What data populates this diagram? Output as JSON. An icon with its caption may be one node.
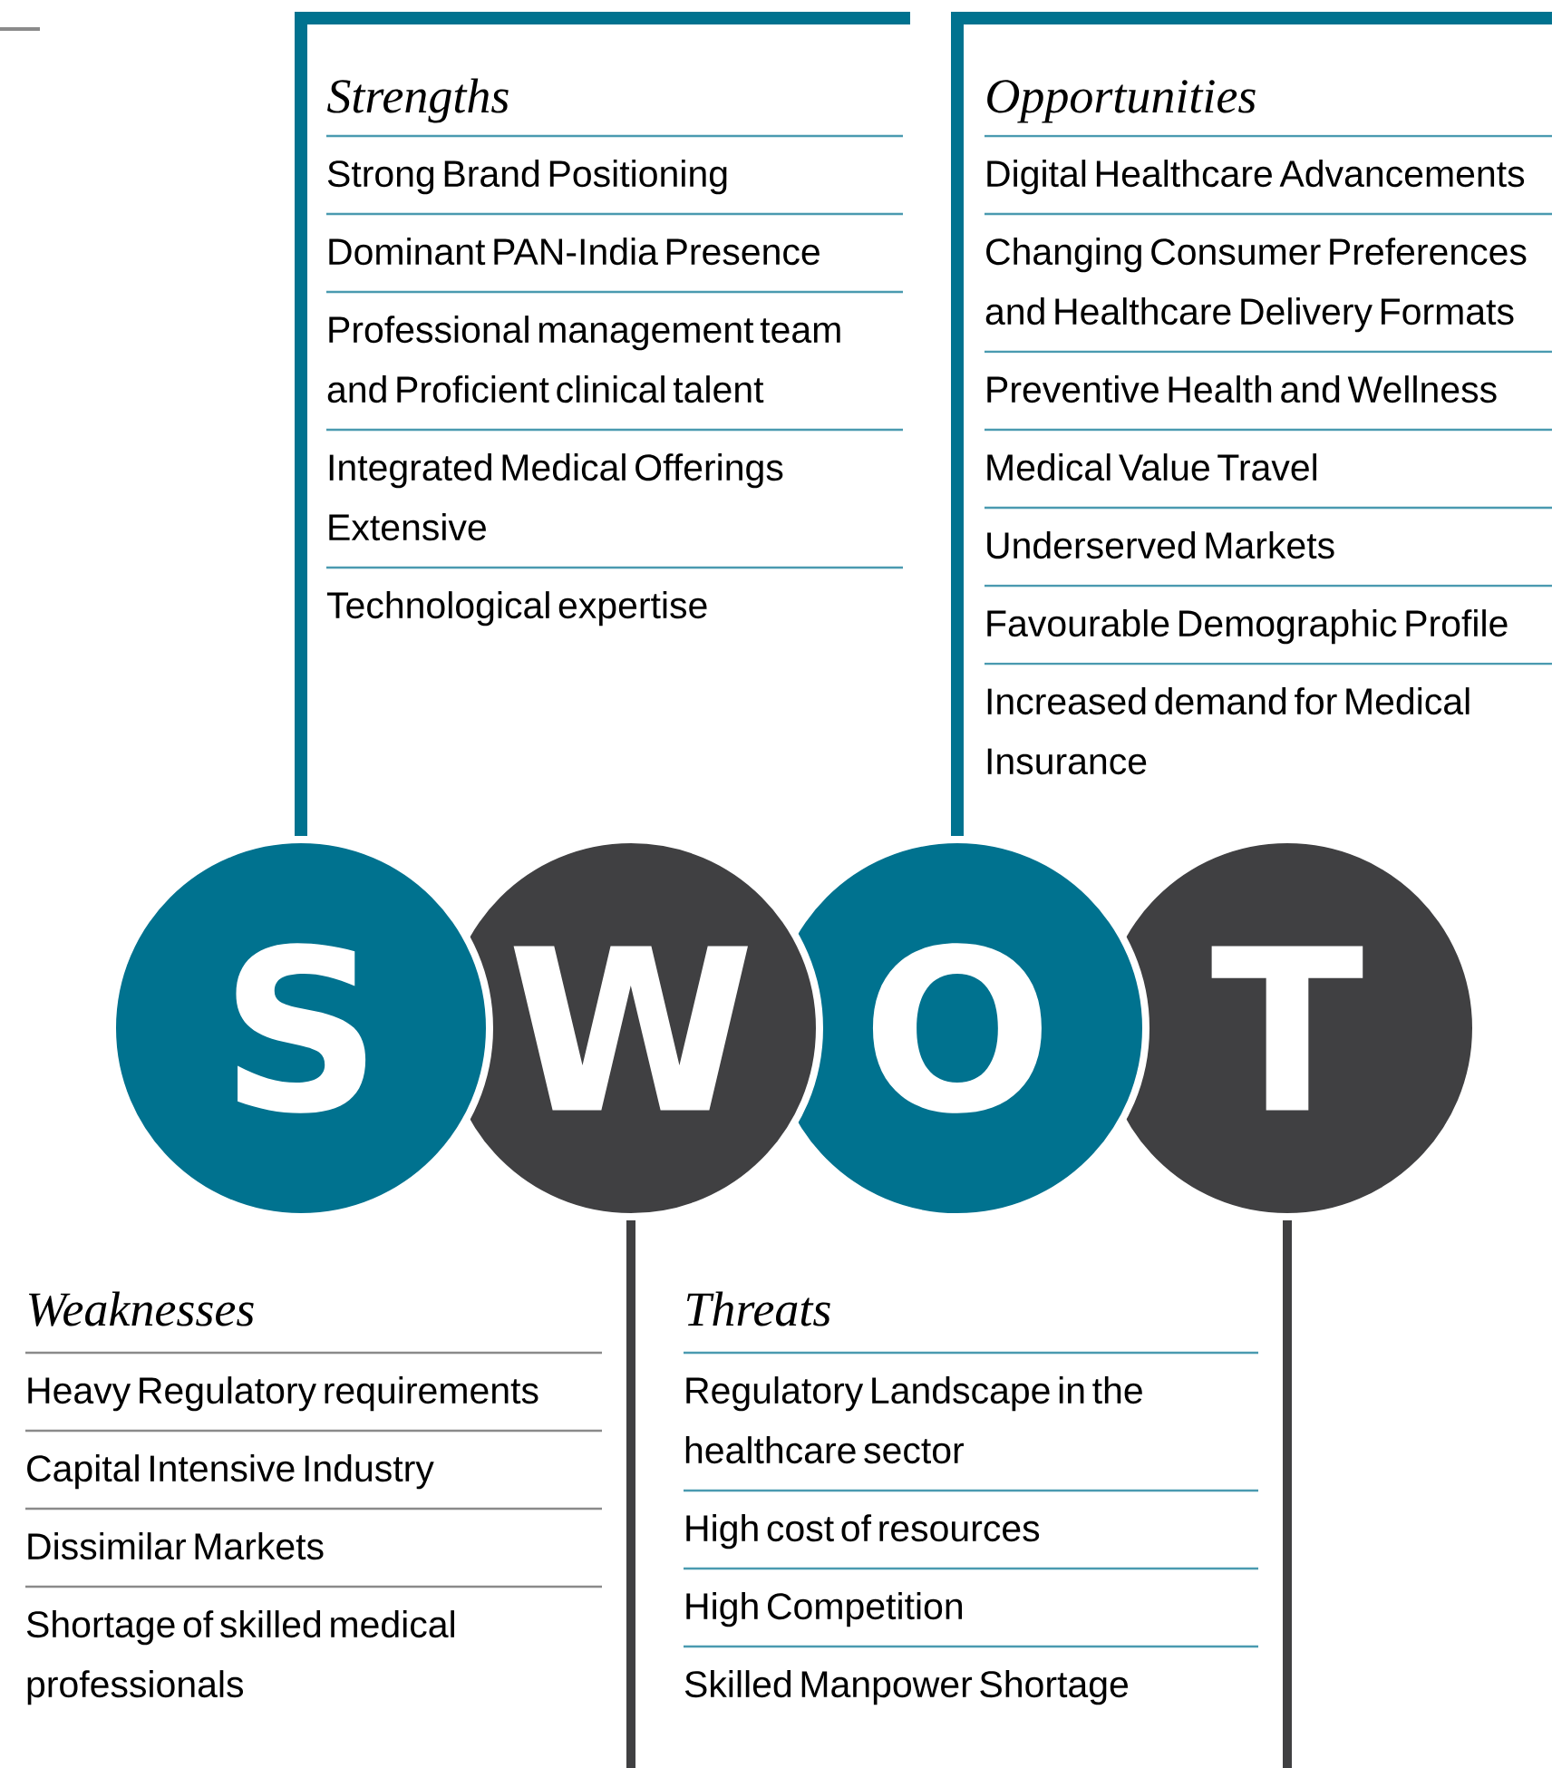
{
  "diagram": {
    "nodes": [
      {
        "text": [
          "Strengths",
          "Strong Brand Positioning",
          "Dominant PAN-India Presence",
          "Professional management team and Proficient clinical talent",
          "Integrated Medical Offerings Extensive",
          "Technological expertise"
        ]
      },
      {
        "text": [
          "Opportunities",
          "Digital Healthcare Advancements",
          "Changing Consumer Preferences and Healthcare Delivery Formats",
          "Preventive Health and Wellness",
          "Medical Value Travel",
          "Underserved Markets",
          "Favourable Demographic Profile",
          "Increased demand for Medical Insurance"
        ]
      },
      {
        "text": [
          "S"
        ]
      },
      {
        "text": [
          "W"
        ]
      },
      {
        "text": [
          "O"
        ]
      },
      {
        "text": [
          "T"
        ]
      },
      {
        "text": [
          "Weaknesses",
          "Heavy Regulatory requirements",
          "Capital Intensive Industry",
          "Dissimilar Markets",
          "Shortage of skilled medical professionals"
        ]
      },
      {
        "text": [
          "Threats",
          "Regulatory Landscape in the healthcare sector",
          "High cost of resources",
          "High Competition",
          "Skilled Manpower Shortage"
        ]
      }
    ],
    "edges": [
      {
        "from": 2,
        "to": 0,
        "arrow": "none",
        "color": "#00728f"
      },
      {
        "from": 4,
        "to": 1,
        "arrow": "none",
        "color": "#00728f"
      },
      {
        "from": 3,
        "to": 6,
        "arrow": "none",
        "color": "#404042"
      },
      {
        "from": 5,
        "to": 7,
        "arrow": "none",
        "color": "#404042"
      }
    ]
  }
}
